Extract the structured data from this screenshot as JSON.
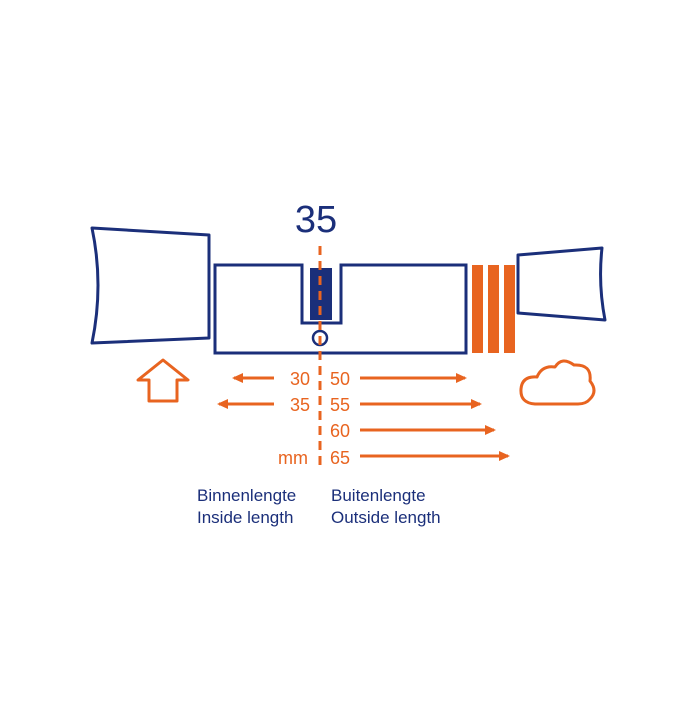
{
  "colors": {
    "navy": "#1b2f7a",
    "orange": "#e86420",
    "white": "#ffffff"
  },
  "icons": {
    "inside": "house-icon",
    "outside": "cloud-icon"
  },
  "size": "35",
  "inside_lengths": [
    "30",
    "35"
  ],
  "outside_lengths": [
    "50",
    "55",
    "60",
    "65"
  ],
  "unit": "mm",
  "labels": {
    "inside_nl": "Binnenlengte",
    "inside_en": "Inside length",
    "outside_nl": "Buitenlengte",
    "outside_en": "Outside length"
  }
}
